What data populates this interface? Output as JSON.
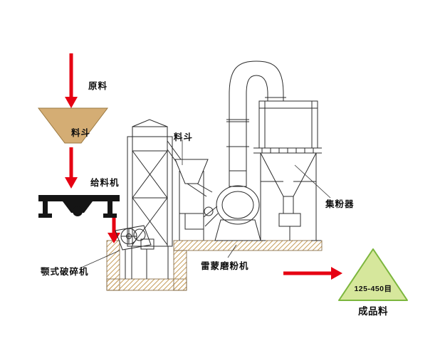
{
  "diagram": {
    "type": "grinding-plant-process-flow",
    "labels": {
      "raw_material": "原料",
      "hopper_top": "料斗",
      "feeder": "给料机",
      "jaw_crusher": "颚式破碎机",
      "hopper_mid": "料斗",
      "raymond_mill": "雷蒙磨粉机",
      "powder_collector": "集粉器",
      "mesh_range": "125-450目",
      "finished_product": "成品料"
    },
    "colors": {
      "arrow": "#e60012",
      "line": "#2b2b2b",
      "machine-dark": "#151515",
      "hopper-fill": "#d4ad74",
      "hopper-stroke": "#9a7840",
      "triangle-fill": "#d6e79c",
      "triangle-stroke": "#7cb63d",
      "hatch": "#c9a263",
      "hatch-stroke": "#7a6038"
    }
  }
}
